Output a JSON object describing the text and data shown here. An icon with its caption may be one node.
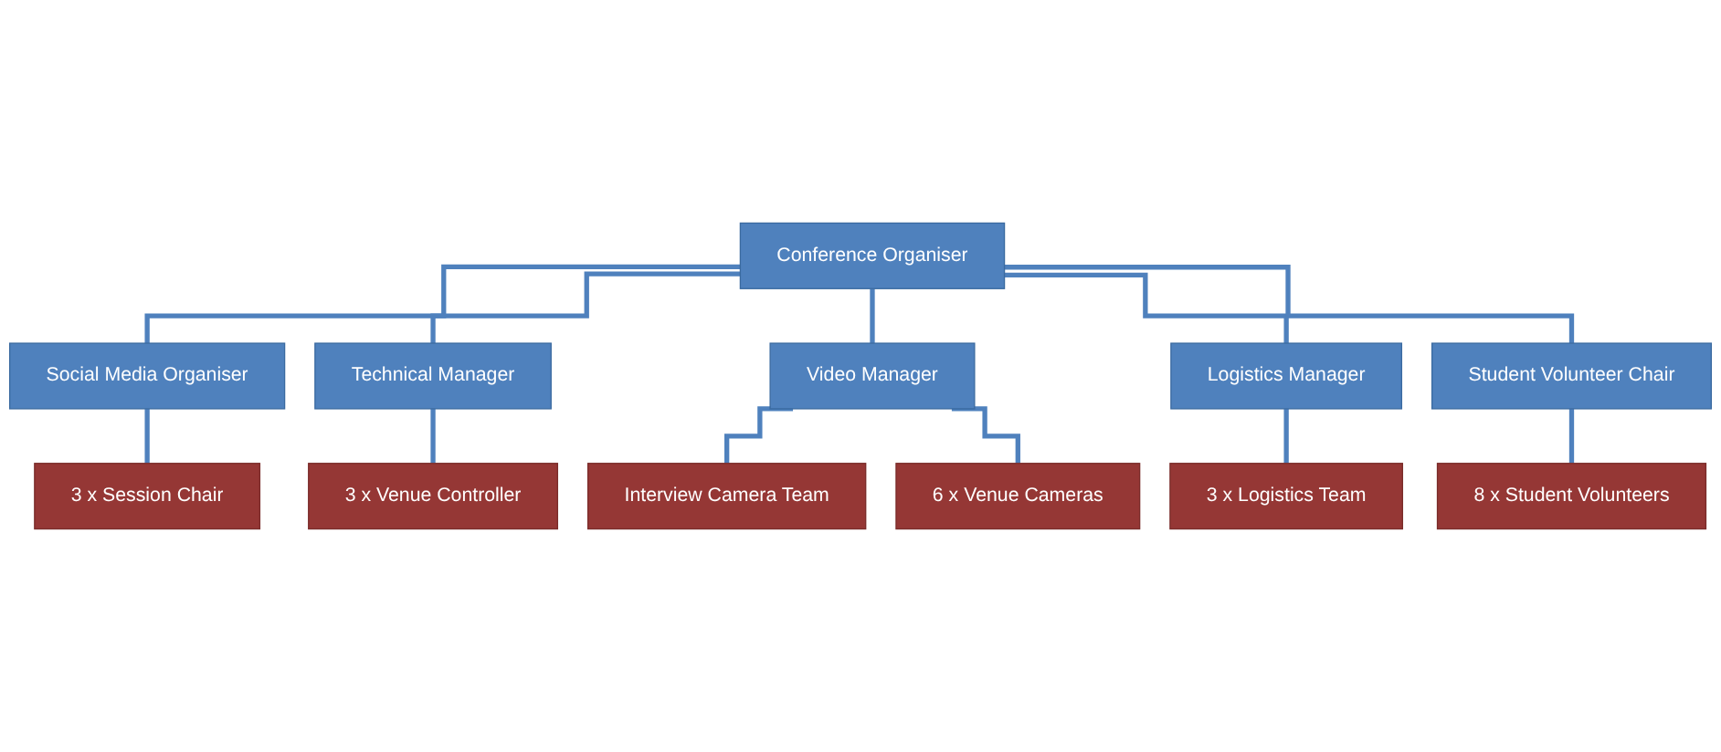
{
  "diagram": {
    "nodes": [
      {
        "text": [
          "Conference Organiser"
        ]
      },
      {
        "text": [
          "Social Media Organiser"
        ]
      },
      {
        "text": [
          "Technical Manager"
        ]
      },
      {
        "text": [
          "Video Manager"
        ]
      },
      {
        "text": [
          "Logistics Manager"
        ]
      },
      {
        "text": [
          "Student Volunteer Chair"
        ]
      },
      {
        "text": [
          "3 x Session Chair"
        ]
      },
      {
        "text": [
          "3 x Venue Controller"
        ]
      },
      {
        "text": [
          "Interview Camera Team"
        ]
      },
      {
        "text": [
          "6 x Venue Cameras"
        ]
      },
      {
        "text": [
          "3 x Logistics Team"
        ]
      },
      {
        "text": [
          "8 x Student Volunteers"
        ]
      }
    ],
    "edges": [
      {
        "from": 0,
        "to": 1,
        "arrow": "none"
      },
      {
        "from": 0,
        "to": 2,
        "arrow": "none"
      },
      {
        "from": 0,
        "to": 3,
        "arrow": "none"
      },
      {
        "from": 0,
        "to": 4,
        "arrow": "none"
      },
      {
        "from": 0,
        "to": 5,
        "arrow": "none"
      },
      {
        "from": 1,
        "to": 6,
        "arrow": "none"
      },
      {
        "from": 2,
        "to": 7,
        "arrow": "none"
      },
      {
        "from": 3,
        "to": 8,
        "arrow": "none"
      },
      {
        "from": 3,
        "to": 9,
        "arrow": "none"
      },
      {
        "from": 4,
        "to": 10,
        "arrow": "none"
      },
      {
        "from": 5,
        "to": 11,
        "arrow": "none"
      }
    ]
  }
}
